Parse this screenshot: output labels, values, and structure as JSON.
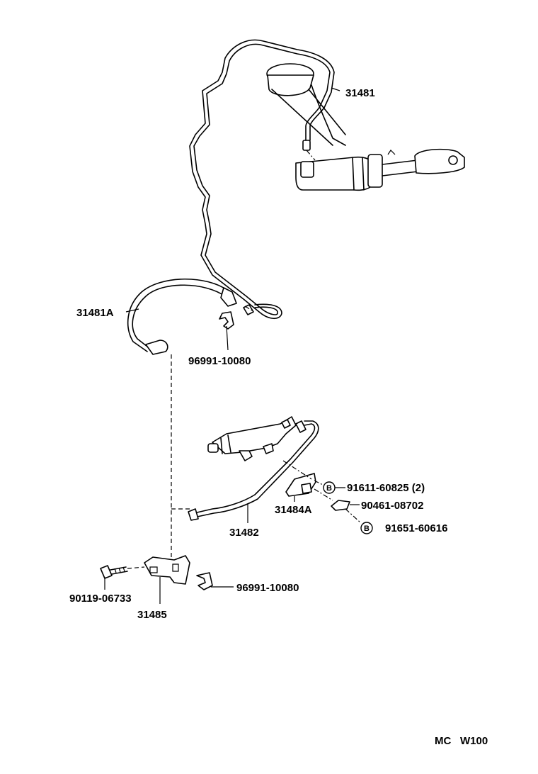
{
  "labels": {
    "p31481": "31481",
    "p31481A": "31481A",
    "p96991_top": "96991-10080",
    "p91611": "91611-60825 (2)",
    "p90461": "90461-08702",
    "p31484A": "31484A",
    "p91651": "91651-60616",
    "p31482": "31482",
    "p90119": "90119-06733",
    "p96991_bottom": "96991-10080",
    "p31485": "31485",
    "badge_b": "B"
  },
  "footer": {
    "left": "MC",
    "right": "W100"
  }
}
